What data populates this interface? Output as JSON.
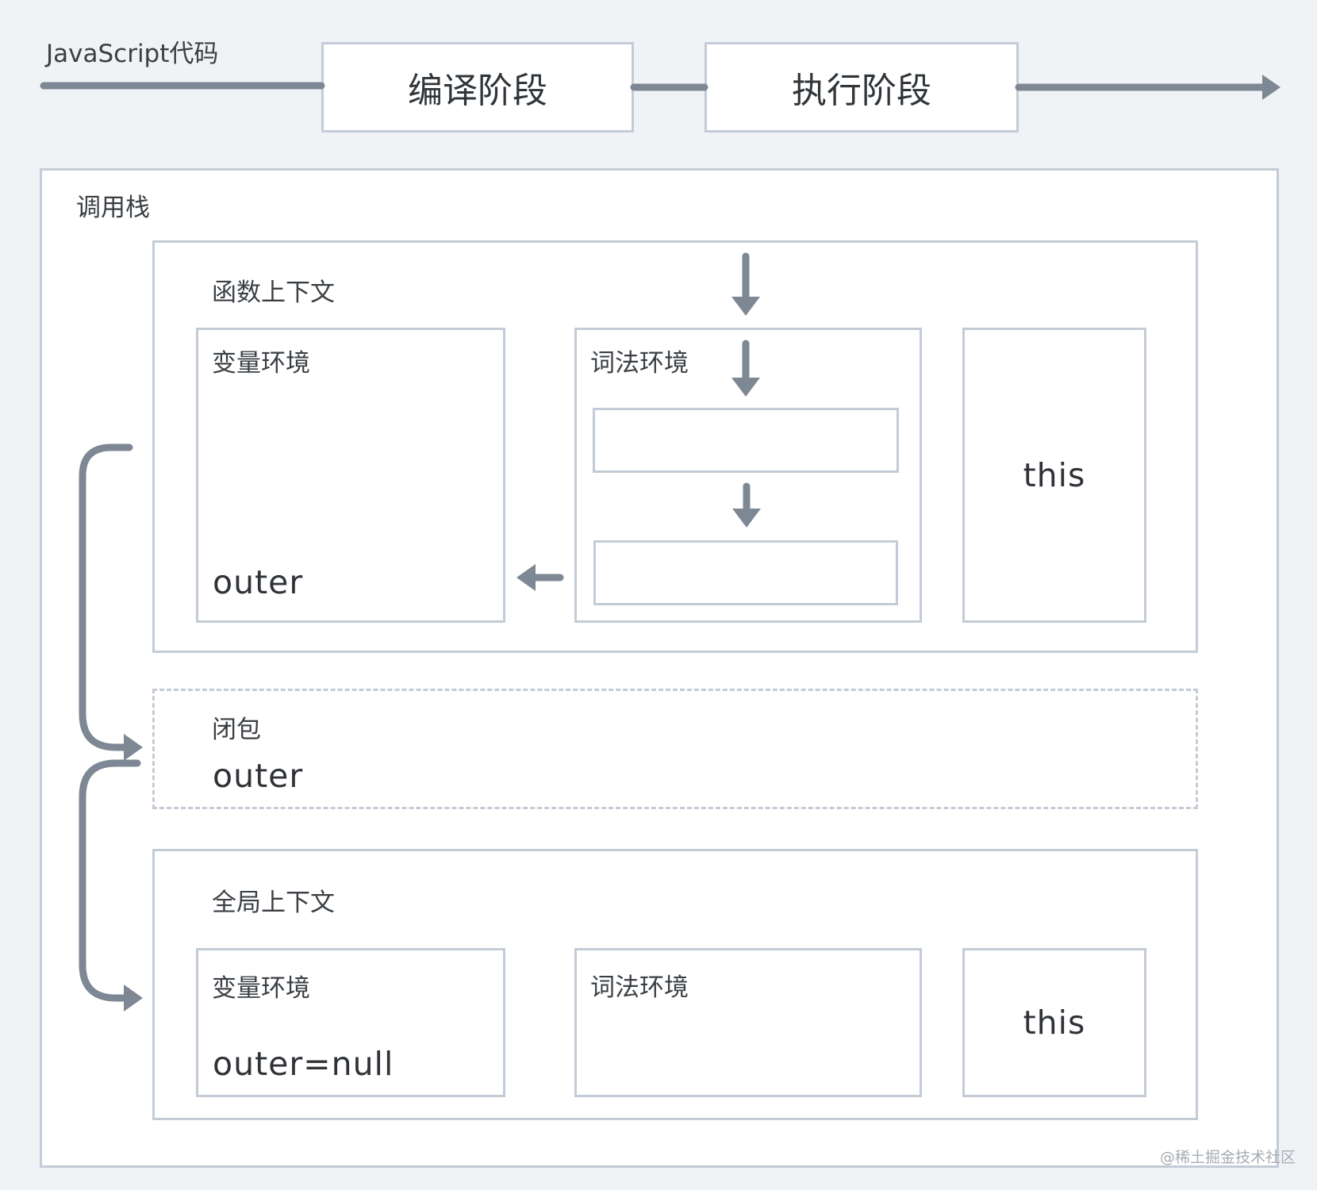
{
  "pipeline": {
    "source_label": "JavaScript代码",
    "compile_stage": "编译阶段",
    "execute_stage": "执行阶段"
  },
  "call_stack": {
    "title": "调用栈",
    "function_context": {
      "title": "函数上下文",
      "variable_env": {
        "title": "变量环境",
        "value": "outer"
      },
      "lexical_env": {
        "title": "词法环境"
      },
      "this_label": "this"
    },
    "closure": {
      "title": "闭包",
      "value": "outer"
    },
    "global_context": {
      "title": "全局上下文",
      "variable_env": {
        "title": "变量环境",
        "value": "outer=null"
      },
      "lexical_env": {
        "title": "词法环境"
      },
      "this_label": "this"
    }
  },
  "watermark": "@稀土掘金技术社区",
  "colors": {
    "arrow": "#7d8894",
    "border": "#c3ccd6",
    "background": "#f0f3f6"
  }
}
